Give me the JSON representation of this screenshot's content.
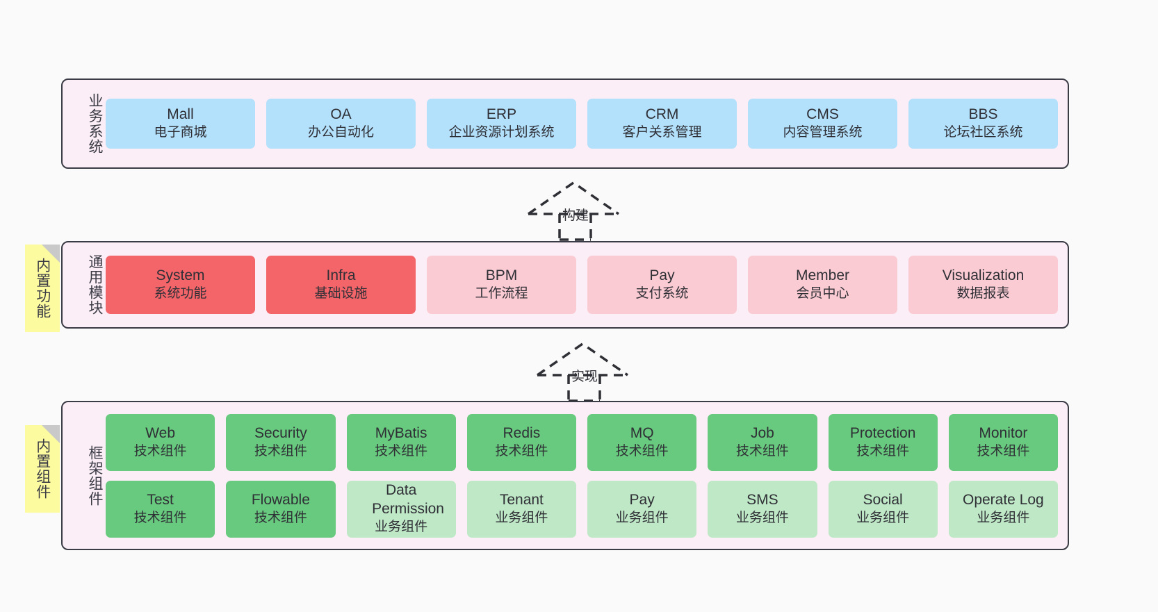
{
  "diagram": {
    "background_color": "#fafafa",
    "layer_fill": "#fbeef6",
    "layer_border": "#3b3b46"
  },
  "layers": [
    {
      "id": "business-systems",
      "label": "业务系统",
      "card_color": "#b3e0fb",
      "cards": [
        {
          "title": "Mall",
          "sub": "电子商城"
        },
        {
          "title": "OA",
          "sub": "办公自动化"
        },
        {
          "title": "ERP",
          "sub": "企业资源计划系统"
        },
        {
          "title": "CRM",
          "sub": "客户关系管理"
        },
        {
          "title": "CMS",
          "sub": "内容管理系统"
        },
        {
          "title": "BBS",
          "sub": "论坛社区系统"
        }
      ]
    },
    {
      "id": "common-modules",
      "label": "通用模块",
      "note": "内置功能",
      "cards": [
        {
          "title": "System",
          "sub": "系统功能",
          "color": "#f4656a"
        },
        {
          "title": "Infra",
          "sub": "基础设施",
          "color": "#f4656a"
        },
        {
          "title": "BPM",
          "sub": "工作流程",
          "color": "#fbcbd3"
        },
        {
          "title": "Pay",
          "sub": "支付系统",
          "color": "#fbcbd3"
        },
        {
          "title": "Member",
          "sub": "会员中心",
          "color": "#fbcbd3"
        },
        {
          "title": "Visualization",
          "sub": "数据报表",
          "color": "#fbcbd3"
        }
      ]
    },
    {
      "id": "framework-components",
      "label": "框架组件",
      "note": "内置组件",
      "row1": [
        {
          "title": "Web",
          "sub": "技术组件",
          "color": "#68ca7e"
        },
        {
          "title": "Security",
          "sub": "技术组件",
          "color": "#68ca7e"
        },
        {
          "title": "MyBatis",
          "sub": "技术组件",
          "color": "#68ca7e"
        },
        {
          "title": "Redis",
          "sub": "技术组件",
          "color": "#68ca7e"
        },
        {
          "title": "MQ",
          "sub": "技术组件",
          "color": "#68ca7e"
        },
        {
          "title": "Job",
          "sub": "技术组件",
          "color": "#68ca7e"
        },
        {
          "title": "Protection",
          "sub": "技术组件",
          "color": "#68ca7e"
        },
        {
          "title": "Monitor",
          "sub": "技术组件",
          "color": "#68ca7e"
        }
      ],
      "row2": [
        {
          "title": "Test",
          "sub": "技术组件",
          "color": "#68ca7e"
        },
        {
          "title": "Flowable",
          "sub": "技术组件",
          "color": "#68ca7e"
        },
        {
          "title": "Data Permission",
          "sub": "业务组件",
          "color": "#bfe8c6"
        },
        {
          "title": "Tenant",
          "sub": "业务组件",
          "color": "#bfe8c6"
        },
        {
          "title": "Pay",
          "sub": "业务组件",
          "color": "#bfe8c6"
        },
        {
          "title": "SMS",
          "sub": "业务组件",
          "color": "#bfe8c6"
        },
        {
          "title": "Social",
          "sub": "业务组件",
          "color": "#bfe8c6"
        },
        {
          "title": "Operate Log",
          "sub": "业务组件",
          "color": "#bfe8c6"
        }
      ]
    }
  ],
  "arrows": [
    {
      "id": "build-arrow",
      "label": "构建"
    },
    {
      "id": "implement-arrow",
      "label": "实现"
    }
  ]
}
